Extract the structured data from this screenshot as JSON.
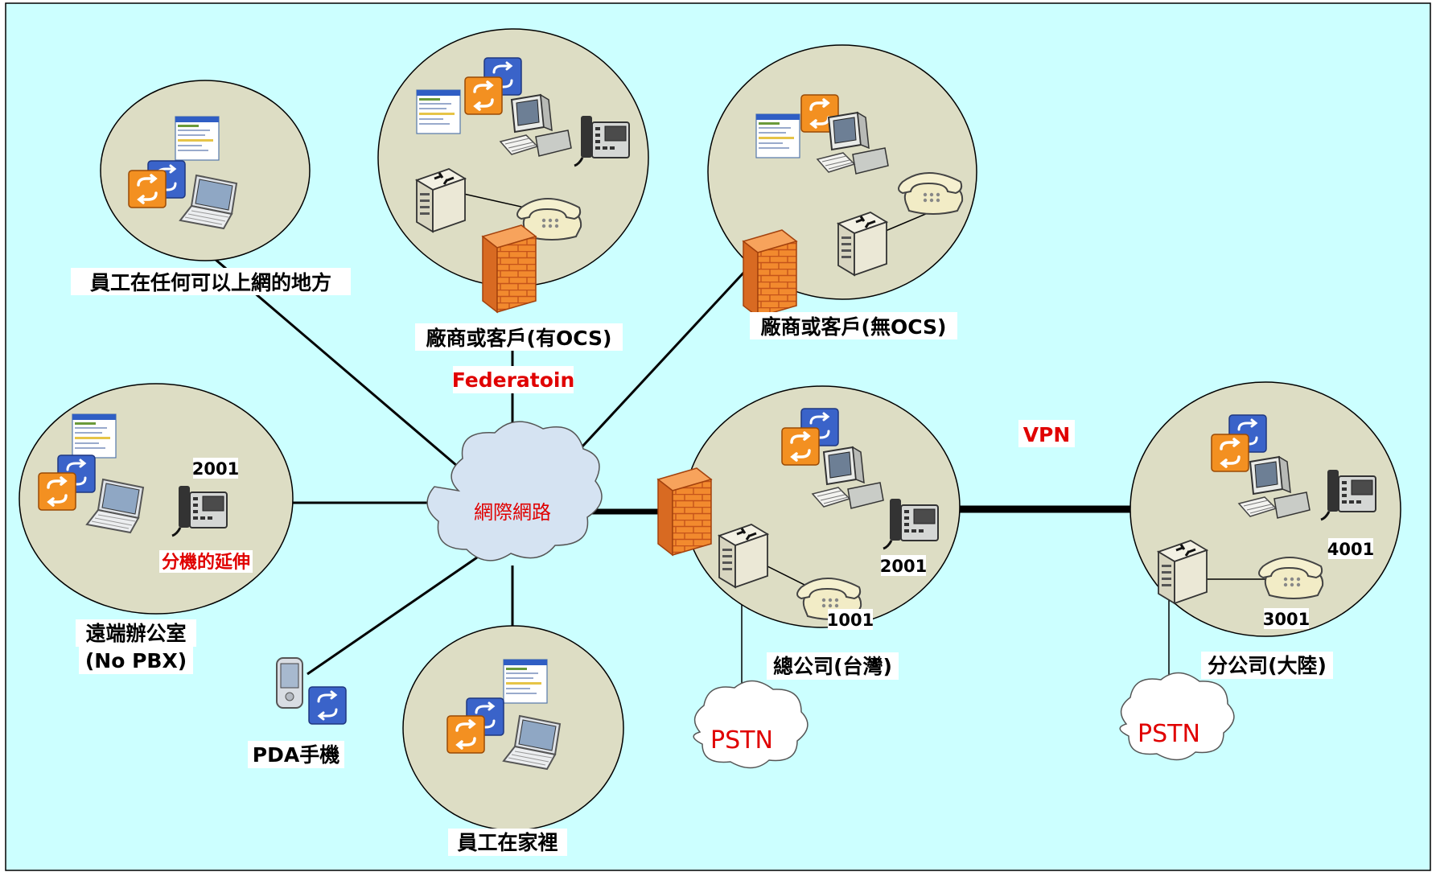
{
  "colors": {
    "background": "#ccffff",
    "site_fill": "#ddddc4",
    "cloud_fill": "#d5e3f2",
    "firewall": "#f28a2e",
    "accent_red": "#e00000",
    "ocs_orange": "#f39021",
    "ocs_blue": "#3a63c9"
  },
  "labels": {
    "anywhere": "員工在任何可以上網的地方",
    "vendor_ocs": "廠商或客戶(有OCS)",
    "vendor_no_ocs": "廠商或客戶(無OCS)",
    "federation": "Federatoin",
    "remote_office_1": "遠端辦公室",
    "remote_office_2": "(No PBX)",
    "extension_note": "分機的延伸",
    "internet": "網際網路",
    "pda": "PDA手機",
    "home": "員工在家裡",
    "hq": "總公司(台灣)",
    "branch": "分公司(大陸)",
    "vpn": "VPN",
    "pstn_hq": "PSTN",
    "pstn_branch": "PSTN"
  },
  "extensions": {
    "remote_ext": "2001",
    "hq_ext_a": "2001",
    "hq_ext_b": "1001",
    "branch_ext_a": "4001",
    "branch_ext_b": "3001"
  },
  "icons": [
    "ocs-client-icon",
    "communicator-icon",
    "laptop-icon",
    "desktop-pc-icon",
    "ip-phone-icon",
    "analog-phone-icon",
    "pbx-icon",
    "firewall-icon",
    "pda-icon",
    "cloud-icon"
  ]
}
